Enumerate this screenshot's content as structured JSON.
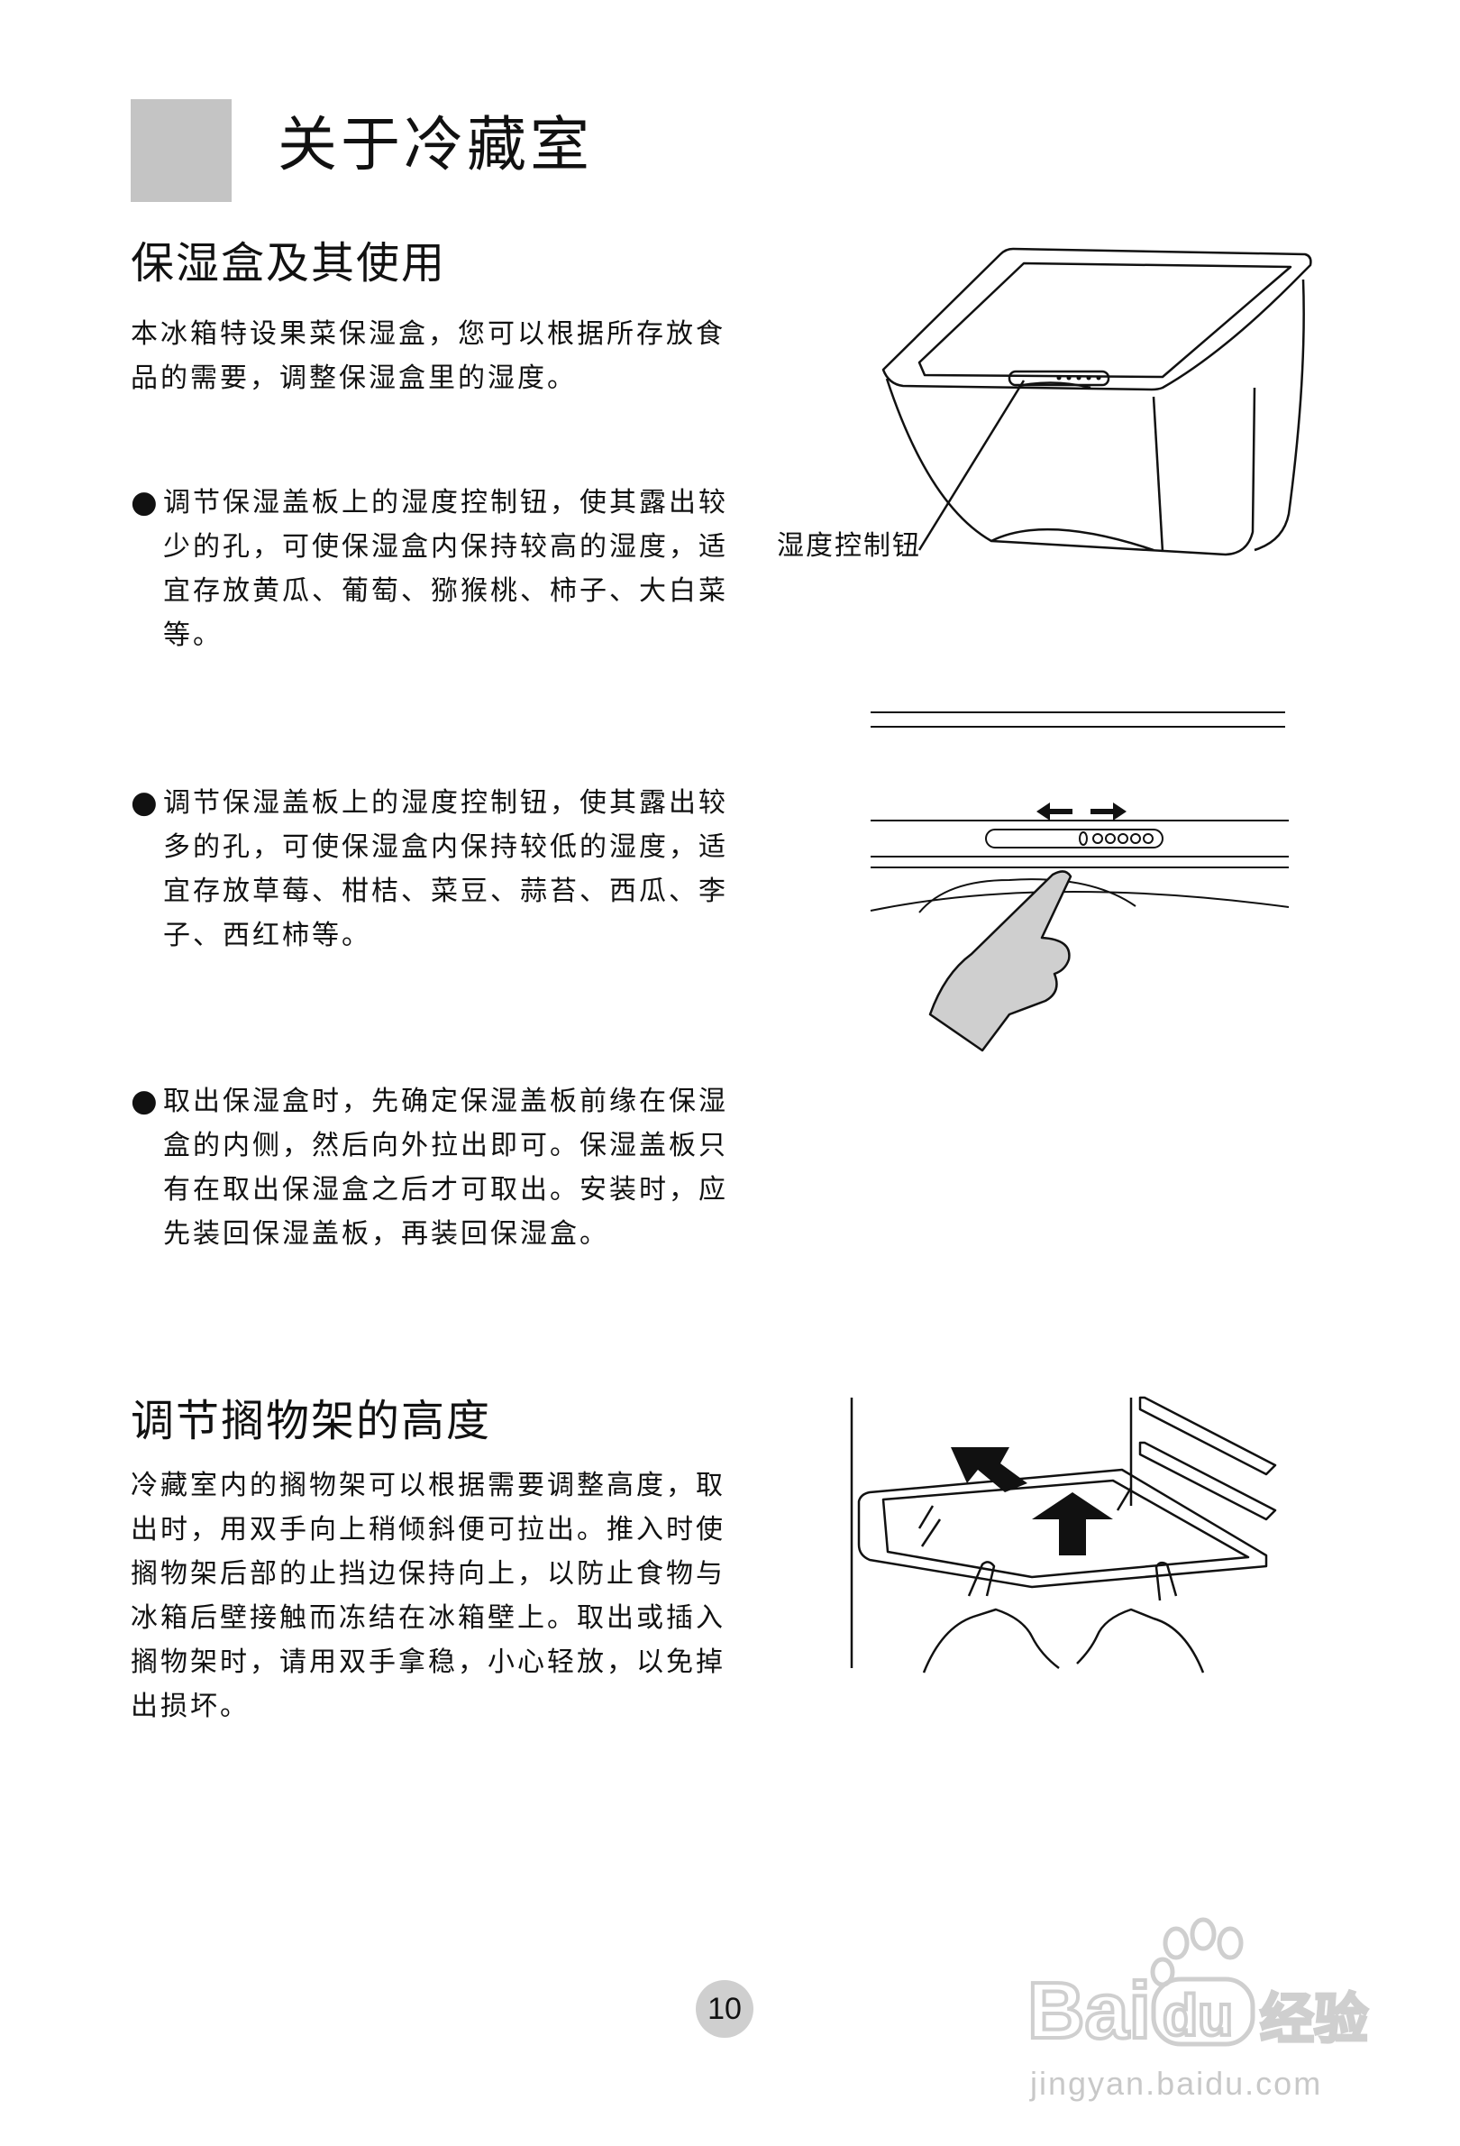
{
  "header": {
    "title": "关于冷藏室"
  },
  "humidity_section": {
    "heading": "保湿盒及其使用",
    "intro": "本冰箱特设果菜保湿盒，您可以根据所存放食品的需要，调整保湿盒里的湿度。",
    "bullets": [
      "调节保湿盖板上的湿度控制钮，使其露出较少的孔，可使保湿盒内保持较高的湿度，适宜存放黄瓜、葡萄、猕猴桃、柿子、大白菜等。",
      "调节保湿盖板上的湿度控制钮，使其露出较多的孔，可使保湿盒内保持较低的湿度，适宜存放草莓、柑桔、菜豆、蒜苔、西瓜、李子、西红柿等。",
      "取出保湿盒时，先确定保湿盖板前缘在保湿盒的内侧，然后向外拉出即可。保湿盖板只有在取出保湿盒之后才可取出。安装时，应先装回保湿盖板，再装回保湿盒。"
    ],
    "bullet_symbol": "●",
    "diagram_label": "湿度控制钮"
  },
  "shelf_section": {
    "heading": "调节搁物架的高度",
    "body": "冷藏室内的搁物架可以根据需要调整高度，取出时，用双手向上稍倾斜便可拉出。推入时使搁物架后部的止挡边保持向上，以防止食物与冰箱后壁接触而冻结在冰箱壁上。取出或插入搁物架时，请用双手拿稳，小心轻放，以免掉出损坏。"
  },
  "footer": {
    "page_number": "10"
  },
  "watermark": {
    "logo_text": "Bai du 经验",
    "url": "jingyan.baidu.com"
  },
  "colors": {
    "title_block": "#c4c4c4",
    "page_number_bg": "#cfcfcf",
    "watermark": "#c8c8c8"
  }
}
